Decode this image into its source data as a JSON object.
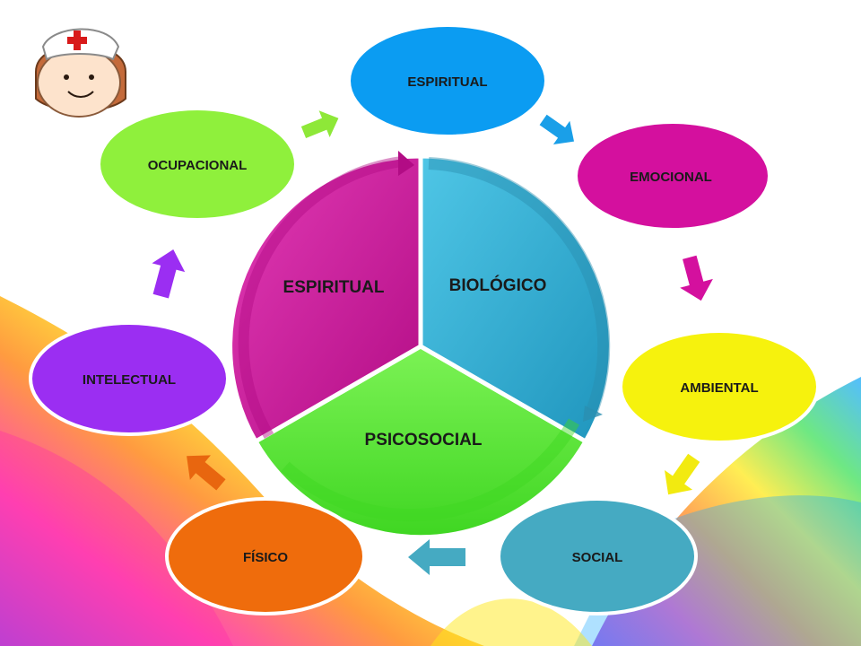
{
  "diagram": {
    "center": {
      "segments": [
        {
          "id": "espiritual",
          "label": "ESPIRITUAL",
          "color": "#d4109e"
        },
        {
          "id": "biologico",
          "label": "BIOLÓGICO",
          "color": "#33b0d6"
        },
        {
          "id": "psicosocial",
          "label": "PSICOSOCIAL",
          "color": "#5ee838"
        }
      ]
    },
    "nodes": [
      {
        "id": "espiritual",
        "label": "ESPIRITUAL",
        "color": "#0b9cf2"
      },
      {
        "id": "emocional",
        "label": "EMOCIONAL",
        "color": "#d4109e"
      },
      {
        "id": "ambiental",
        "label": "AMBIENTAL",
        "color": "#f6f20d"
      },
      {
        "id": "social",
        "label": "SOCIAL",
        "color": "#45aac2"
      },
      {
        "id": "fisico",
        "label": "FÍSICO",
        "color": "#ef6c0c"
      },
      {
        "id": "intelectual",
        "label": "INTELECTUAL",
        "color": "#9b2ef2"
      },
      {
        "id": "ocupacional",
        "label": "OCUPACIONAL",
        "color": "#8ff03c"
      }
    ],
    "arrows": [
      {
        "from": "ocupacional",
        "to": "espiritual",
        "color": "#8ee838"
      },
      {
        "from": "espiritual",
        "to": "emocional",
        "color": "#1a9fe8"
      },
      {
        "from": "emocional",
        "to": "ambiental",
        "color": "#d4109e"
      },
      {
        "from": "ambiental",
        "to": "social",
        "color": "#f2ea10"
      },
      {
        "from": "social",
        "to": "fisico",
        "color": "#45aac2"
      },
      {
        "from": "fisico",
        "to": "intelectual",
        "color": "#e8660f"
      },
      {
        "from": "intelectual",
        "to": "ocupacional",
        "color": "#9b2ef2"
      }
    ]
  }
}
